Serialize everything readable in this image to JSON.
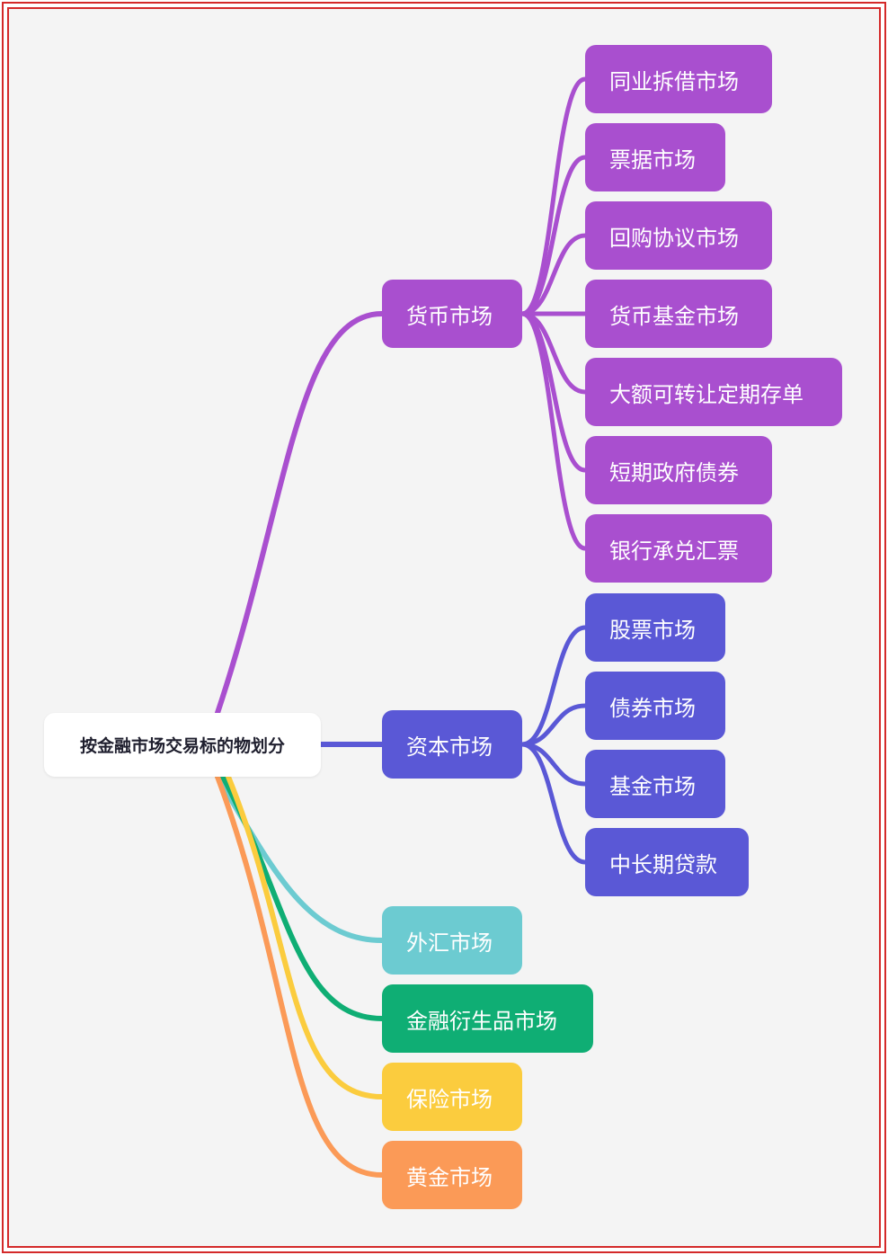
{
  "root": {
    "label": "按金融市场交易标的物划分"
  },
  "colors": {
    "money": "#a94fcf",
    "capital": "#5a58d6",
    "forex": "#6ccbd1",
    "derivatives": "#0fae74",
    "insurance": "#fbcc3e",
    "gold": "#fb9a57",
    "frame": "#d42a2a"
  },
  "branches": [
    {
      "id": "money",
      "label": "货币市场",
      "children": [
        "同业拆借市场",
        "票据市场",
        "回购协议市场",
        "货币基金市场",
        "大额可转让定期存单",
        "短期政府债券",
        "银行承兑汇票"
      ]
    },
    {
      "id": "capital",
      "label": "资本市场",
      "children": [
        "股票市场",
        "债券市场",
        "基金市场",
        "中长期贷款"
      ]
    },
    {
      "id": "forex",
      "label": "外汇市场",
      "children": []
    },
    {
      "id": "derivatives",
      "label": "金融衍生品市场",
      "children": []
    },
    {
      "id": "insurance",
      "label": "保险市场",
      "children": []
    },
    {
      "id": "gold",
      "label": "黄金市场",
      "children": []
    }
  ]
}
